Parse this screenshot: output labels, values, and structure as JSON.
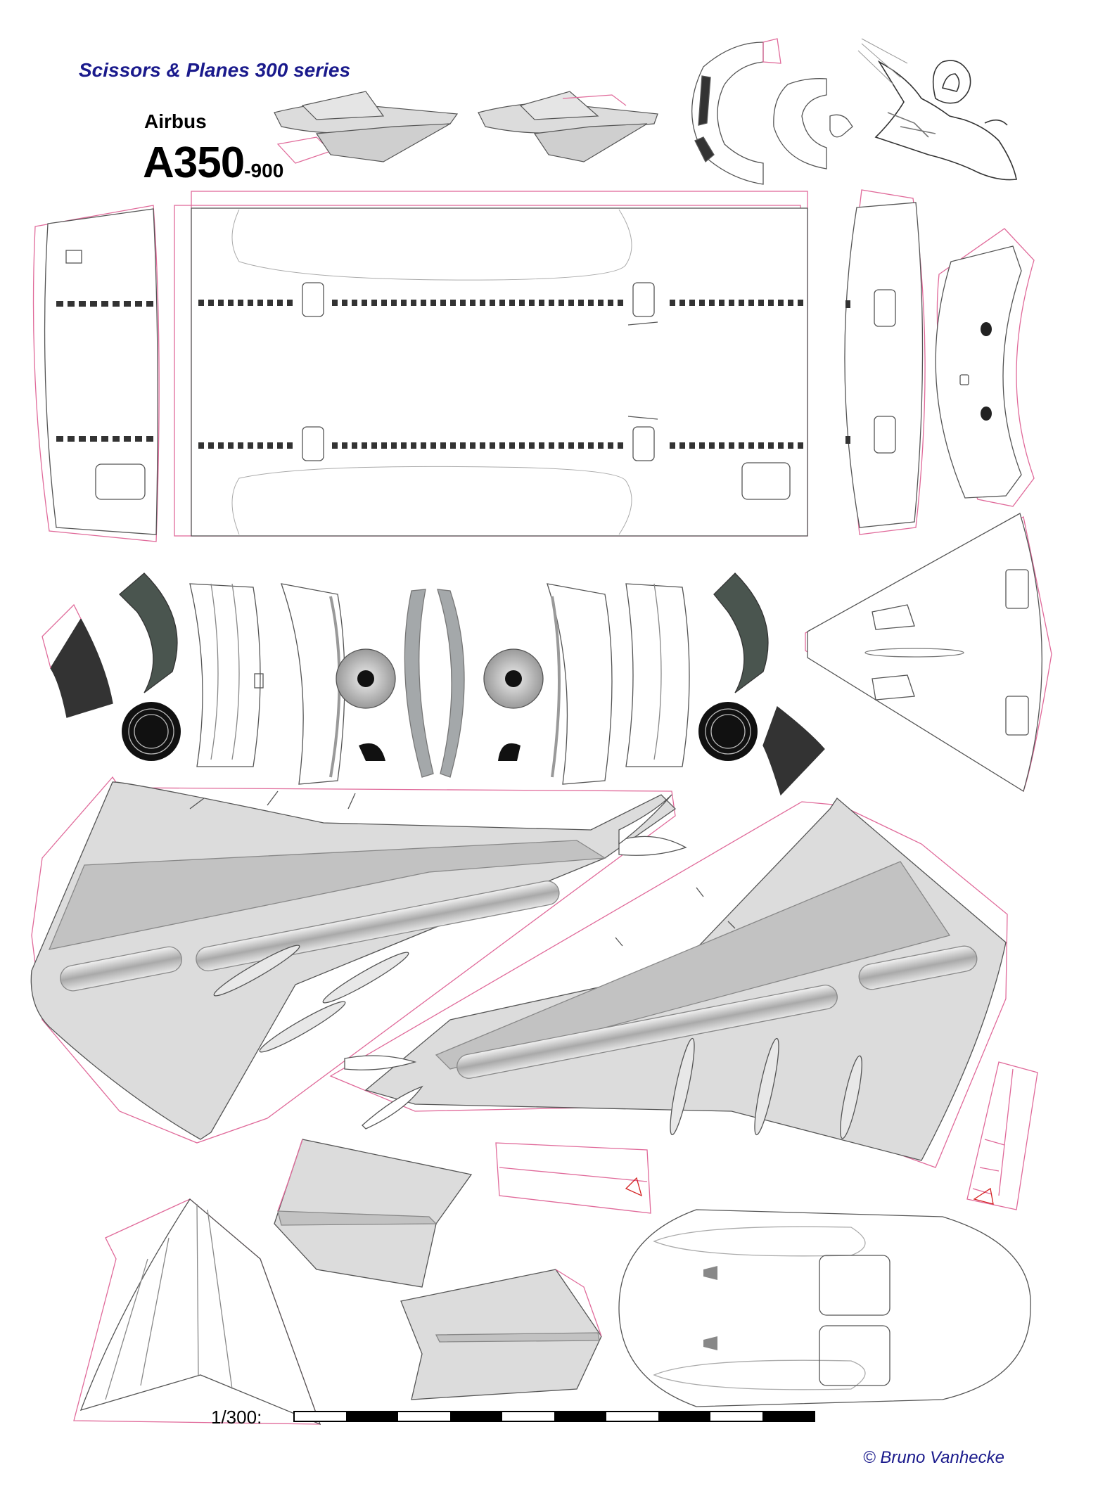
{
  "header": {
    "series": "Scissors & Planes 300 series",
    "maker": "Airbus",
    "model": "A350",
    "variant": "-900"
  },
  "scale": {
    "label": "1/300:",
    "segments": 10
  },
  "footer": {
    "copyright": "© Bruno Vanhecke"
  },
  "colors": {
    "cut_line": "#e06a9a",
    "part_outline": "#555555",
    "part_fill": "#dcdcdc",
    "part_fill_dark": "#c2c2c2",
    "engine_grey": "#4a554f",
    "dark_grey": "#333333",
    "title_blue": "#1a1a8c",
    "arrow_red": "#d42020"
  },
  "parts": [
    {
      "id": "stabilizers-top"
    },
    {
      "id": "tail-cone-rings"
    },
    {
      "id": "nose-cockpit-piece"
    },
    {
      "id": "fuselage-front-section"
    },
    {
      "id": "fuselage-main-section"
    },
    {
      "id": "fuselage-rear-section"
    },
    {
      "id": "tail-section"
    },
    {
      "id": "engine-nacelle-parts"
    },
    {
      "id": "belly-fairing"
    },
    {
      "id": "wing-left"
    },
    {
      "id": "wing-right"
    },
    {
      "id": "vertical-fin"
    },
    {
      "id": "horizontal-stabilizer-upper"
    },
    {
      "id": "horizontal-stabilizer-lower"
    },
    {
      "id": "wing-center-box"
    },
    {
      "id": "wing-stand-parts"
    }
  ]
}
